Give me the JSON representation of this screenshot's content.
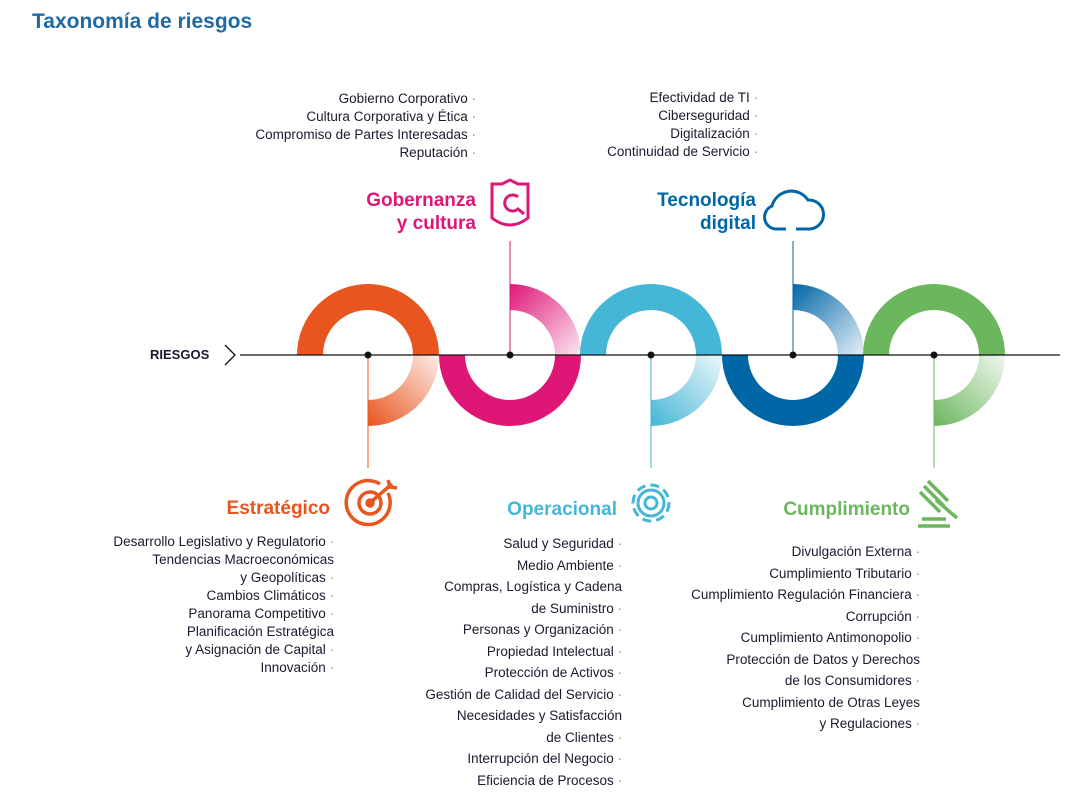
{
  "title": "Taxonomía de riesgos",
  "axis_label": "RIESGOS",
  "colors": {
    "estrategico": "#e8551e",
    "gobernanza": "#de1777",
    "operacional": "#45b6d6",
    "tecnologia": "#0067a7",
    "cumplimiento": "#6cb65e"
  },
  "categories": {
    "gobernanza": {
      "title_l1": "Gobernanza",
      "title_l2": "y cultura",
      "icon": "shield-icon",
      "items": [
        "Gobierno Corporativo",
        "Cultura Corporativa y Ética",
        "Compromiso de Partes Interesadas",
        "Reputación"
      ]
    },
    "tecnologia": {
      "title_l1": "Tecnología",
      "title_l2": "digital",
      "icon": "cloud-icon",
      "items": [
        "Efectividad de TI",
        "Ciberseguridad",
        "Digitalización",
        "Continuidad de Servicio"
      ]
    },
    "estrategico": {
      "title": "Estratégico",
      "icon": "target-icon",
      "items": [
        "Desarrollo Legislativo y Regulatorio",
        "Tendencias Macroeconómicas",
        "y Geopolíticas",
        "Cambios Climáticos",
        "Panorama Competitivo",
        "Planificación Estratégica",
        "y Asignación de Capital",
        "Innovación"
      ]
    },
    "operacional": {
      "title": "Operacional",
      "icon": "gear-icon",
      "items": [
        "Salud y Seguridad",
        "Medio Ambiente",
        "Compras, Logística y Cadena",
        "de Suministro",
        "Personas y Organización",
        "Propiedad Intelectual",
        "Protección de Activos",
        "Gestión de Calidad del Servicio",
        "Necesidades y Satisfacción",
        "de Clientes",
        "Interrupción del Negocio",
        "Eficiencia de Procesos"
      ]
    },
    "cumplimiento": {
      "title": "Cumplimiento",
      "icon": "gavel-icon",
      "items": [
        "Divulgación Externa",
        "Cumplimiento Tributario",
        "Cumplimiento Regulación Financiera",
        "Corrupción",
        "Cumplimiento Antimonopolio",
        "Protección de Datos y Derechos",
        "de los Consumidores",
        "Cumplimiento de Otras Leyes",
        "y Regulaciones"
      ]
    }
  }
}
